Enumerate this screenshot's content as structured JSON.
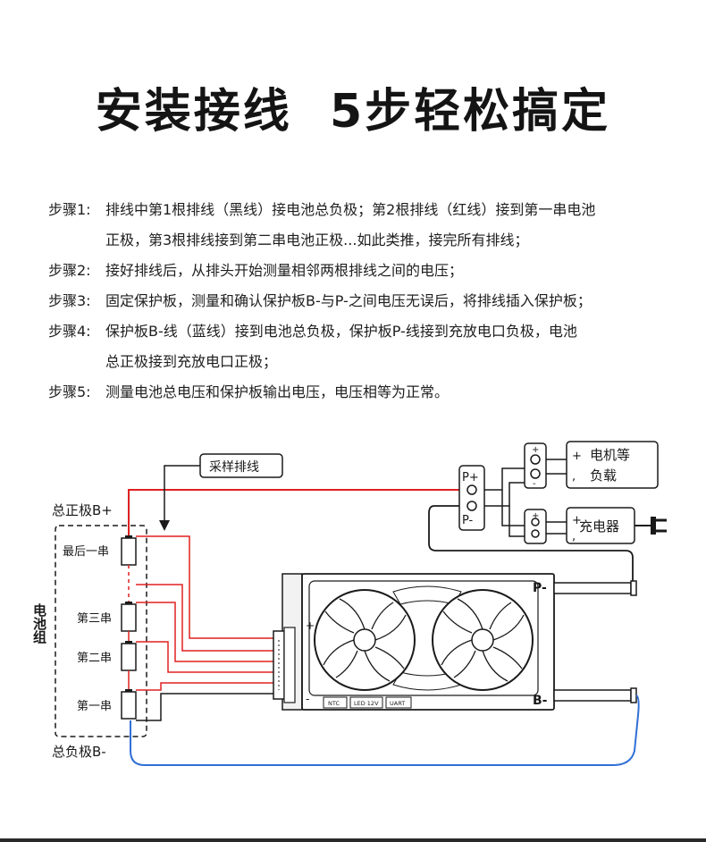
{
  "title": "安装接线  5步轻松搞定",
  "steps": [
    {
      "label": "步骤1:",
      "lines": [
        "排线中第1根排线（黑线）接电池总负极；第2根排线（红线）接到第一串电池",
        "正极，第3根排线接到第二串电池正极...如此类推，接完所有排线；"
      ]
    },
    {
      "label": "步骤2:",
      "lines": [
        "接好排线后，从排头开始测量相邻两根排线之间的电压；"
      ]
    },
    {
      "label": "步骤3:",
      "lines": [
        "固定保护板，测量和确认保护板B-与P-之间电压无误后，将排线插入保护板；"
      ]
    },
    {
      "label": "步骤4:",
      "lines": [
        "保护板B-线（蓝线）接到电池总负极，保护板P-线接到充放电口负极，电池",
        "总正极接到充放电口正极；"
      ]
    },
    {
      "label": "步骤5:",
      "lines": [
        "测量电池总电压和保护板输出电压，电压相等为正常。"
      ]
    }
  ],
  "diagram": {
    "sampling_cable_label": "采样排线",
    "total_positive": "总正极B+",
    "total_negative": "总负极B-",
    "battery_pack": "电池组",
    "cells": [
      "最后一串",
      "第三串",
      "第二串",
      "第一串"
    ],
    "port_labels": {
      "p_plus": "P+",
      "p_minus": "P-"
    },
    "motor_label_line1": "电机等",
    "motor_label_line2": "负载",
    "charger_label": "充电器",
    "board_labels": {
      "p_minus": "P-",
      "b_minus": "B-",
      "plus": "+",
      "minus": "-"
    },
    "board_ports": [
      "NTC",
      "LED 12V",
      "UART"
    ],
    "colors": {
      "red": "#e02020",
      "blue": "#2f6fd6",
      "black": "#1a1a1a"
    }
  }
}
